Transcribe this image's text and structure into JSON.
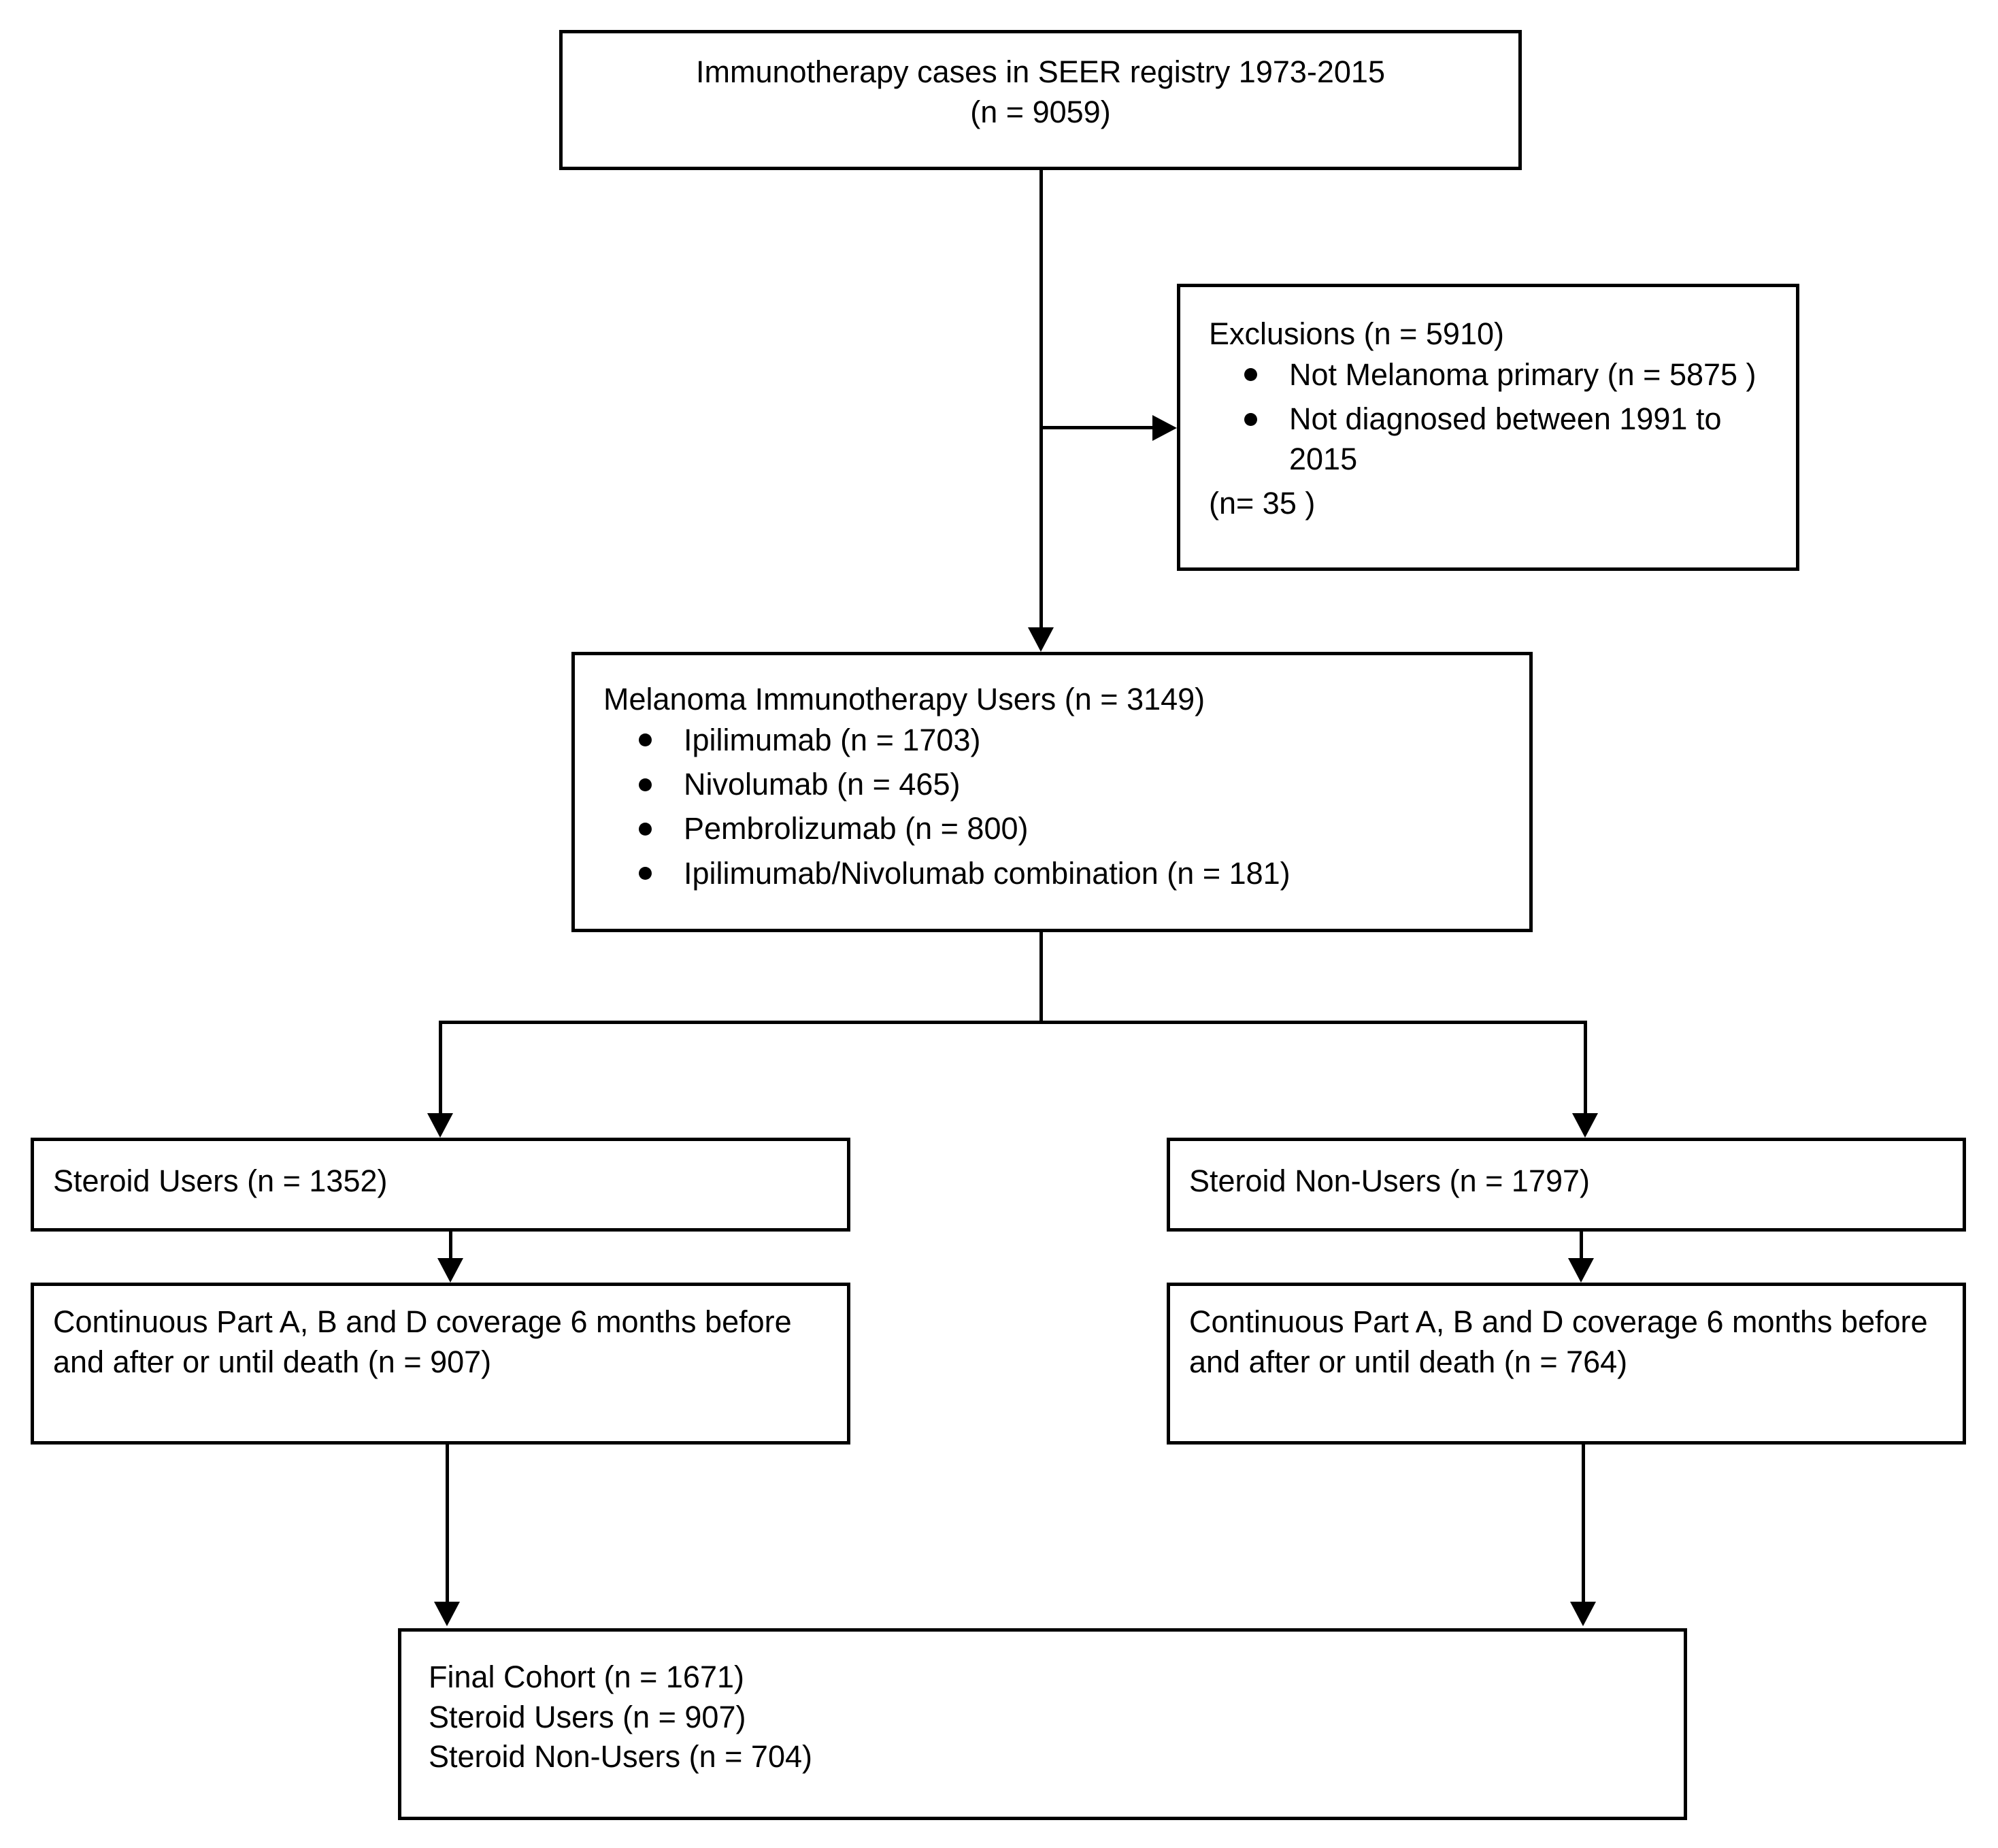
{
  "diagram": {
    "type": "study-flow-diagram",
    "nodes": {
      "source": {
        "title": "Immunotherapy cases in SEER registry 1973-2015",
        "count": "(n = 9059)"
      },
      "exclusions": {
        "title": "Exclusions (n = 5910)",
        "bullets": [
          "Not Melanoma primary (n = 5875 )",
          "Not diagnosed between 1991 to 2015"
        ],
        "footer": "(n= 35 )"
      },
      "users": {
        "title": "Melanoma Immunotherapy Users (n = 3149)",
        "bullets": [
          "Ipilimumab (n = 1703)",
          "Nivolumab (n = 465)",
          "Pembrolizumab (n = 800)",
          "Ipilimumab/Nivolumab combination (n = 181)"
        ]
      },
      "steroid_users": {
        "title": "Steroid Users (n = 1352)"
      },
      "steroid_non_users": {
        "title": "Steroid Non-Users (n = 1797)"
      },
      "coverage_left": {
        "title": "Continuous Part A, B and D coverage 6 months before and after or until death (n = 907)"
      },
      "coverage_right": {
        "title": "Continuous Part A, B and D coverage 6 months before and after or until death (n = 764)"
      },
      "final": {
        "line1": "Final Cohort (n = 1671)",
        "line2": "Steroid Users (n = 907)",
        "line3": "Steroid Non-Users (n = 704)"
      }
    },
    "colors": {
      "stroke": "#000000",
      "fill": "#ffffff",
      "text": "#000000"
    }
  }
}
